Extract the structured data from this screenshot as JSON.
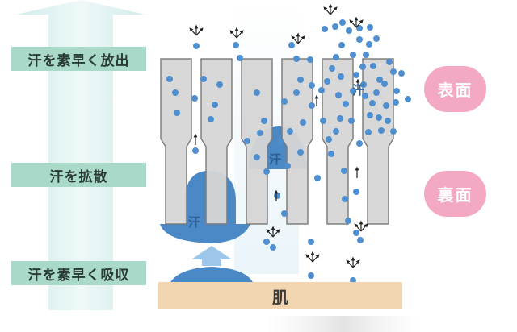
{
  "left_steps": {
    "quick_release": "汗を素早く放出",
    "spread": "汗を拡散",
    "quick_absorb": "汗を素早く吸収"
  },
  "right_badges": {
    "front": "表面",
    "back": "裏面"
  },
  "base": {
    "skin_label": "肌"
  },
  "sweat_labels": {
    "lower": "汗",
    "middle": "汗",
    "upper": "汗"
  },
  "colors": {
    "step_label_bg": "#a8d9c9",
    "arrow_fill": "#d8efee",
    "fiber_fill": "#d6d6d6",
    "fiber_stroke": "#7a7a7a",
    "sweat_blue": "#3f7fc0",
    "droplet_blue": "#4f8fd0",
    "skin_bar": "#f2d6b2",
    "badge_pink": "#f3a8c3"
  },
  "icons": {
    "vapor": "vapor-release-icon",
    "rising_arrow": "up-arrow-icon"
  }
}
